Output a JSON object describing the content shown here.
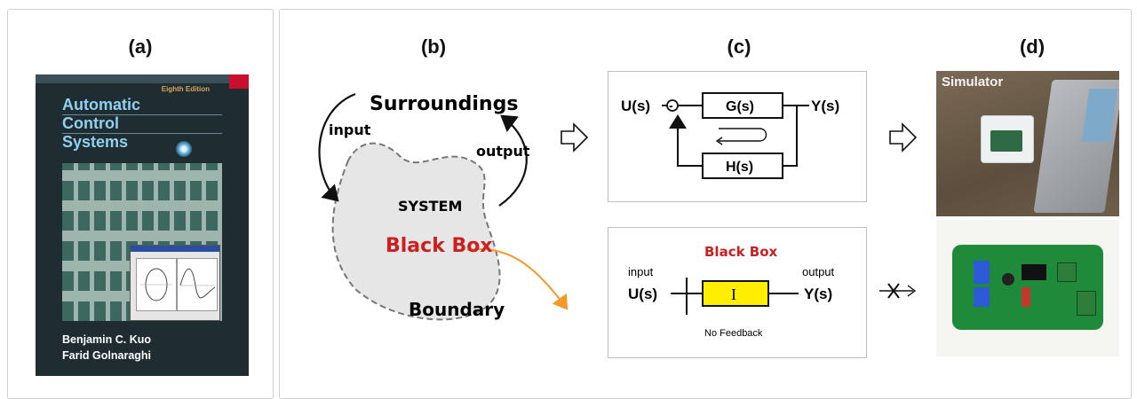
{
  "panel_labels": {
    "a": "(a)",
    "b": "(b)",
    "c": "(c)",
    "d": "(d)"
  },
  "book": {
    "edition": "Eighth Edition",
    "title_line1": "Automatic",
    "title_line2": "Control",
    "title_line3": "Systems",
    "author1": "Benjamin C. Kuo",
    "author2": "Farid Golnaraghi"
  },
  "system_diagram": {
    "surroundings": "Surroundings",
    "input": "input",
    "output": "output",
    "system": "SYSTEM",
    "black_box": "Black Box",
    "boundary": "Boundary"
  },
  "feedback_diagram": {
    "input": "U(s)",
    "minus": "-",
    "forward": "G(s)",
    "feedback": "H(s)",
    "output": "Y(s)"
  },
  "blackbox_diagram": {
    "title": "Black Box",
    "input_label": "input",
    "output_label": "output",
    "input": "U(s)",
    "block": "I",
    "output": "Y(s)",
    "caption": "No Feedback"
  },
  "simulator": {
    "label": "Simulator"
  },
  "colors": {
    "accent_red": "#cc1f1f",
    "orange": "#f39a2a",
    "block_yellow": "#ffee00",
    "boundary_fill": "#e6e6e6"
  }
}
